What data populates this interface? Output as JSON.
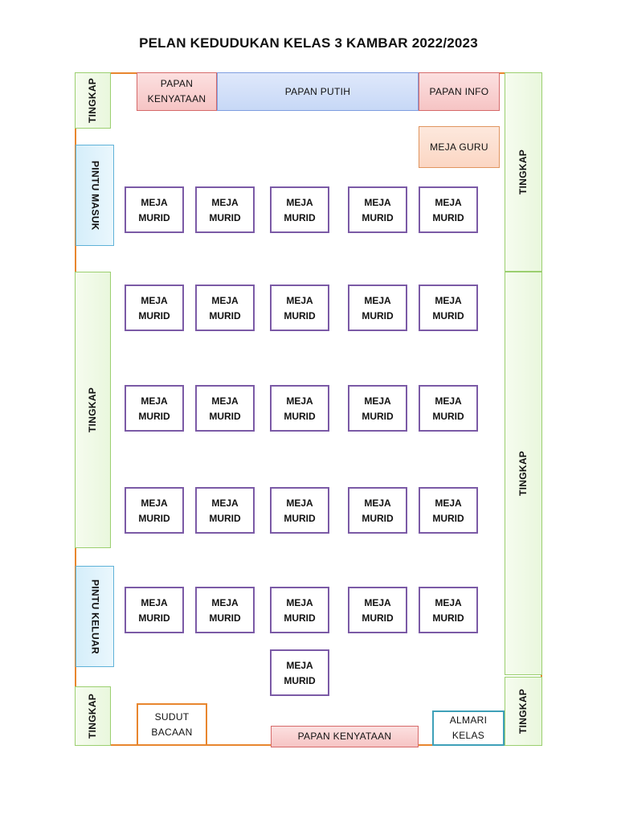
{
  "title": "PELAN KEDUDUKAN KELAS 3 KAMBAR 2022/2023",
  "window_label": "TINGKAP",
  "entrance_door": "PINTU MASUK",
  "exit_door": "PINTU KELUAR",
  "notice_board_top_line1": "PAPAN",
  "notice_board_top_line2": "KENYATAAN",
  "whiteboard": "PAPAN PUTIH",
  "info_board": "PAPAN INFO",
  "teacher_desk": "MEJA GURU",
  "student_desk_line1": "MEJA",
  "student_desk_line2": "MURID",
  "reading_corner_line1": "SUDUT",
  "reading_corner_line2": "BACAAN",
  "notice_board_bottom": "PAPAN KENYATAAN",
  "cabinet_line1": "ALMARI",
  "cabinet_line2": "KELAS",
  "colors": {
    "wall": "#e8862e",
    "desk_border": "#7b5aa6",
    "window": "#9bcf6f",
    "door": "#5fb2d8",
    "board_pink": "#d66a6a",
    "whiteboard_blue": "#7f9ee0"
  }
}
